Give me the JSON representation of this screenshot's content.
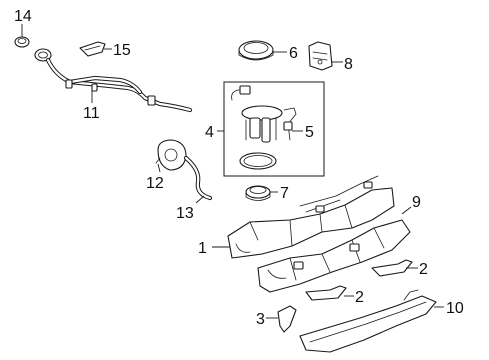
{
  "callouts": [
    {
      "id": "c1",
      "text": "1"
    },
    {
      "id": "c2a",
      "text": "2"
    },
    {
      "id": "c2b",
      "text": "2"
    },
    {
      "id": "c3",
      "text": "3"
    },
    {
      "id": "c4",
      "text": "4"
    },
    {
      "id": "c5",
      "text": "5"
    },
    {
      "id": "c6",
      "text": "6"
    },
    {
      "id": "c7",
      "text": "7"
    },
    {
      "id": "c8",
      "text": "8"
    },
    {
      "id": "c9",
      "text": "9"
    },
    {
      "id": "c10",
      "text": "10"
    },
    {
      "id": "c11",
      "text": "11"
    },
    {
      "id": "c12",
      "text": "12"
    },
    {
      "id": "c13",
      "text": "13"
    },
    {
      "id": "c14",
      "text": "14"
    },
    {
      "id": "c15",
      "text": "15"
    }
  ]
}
